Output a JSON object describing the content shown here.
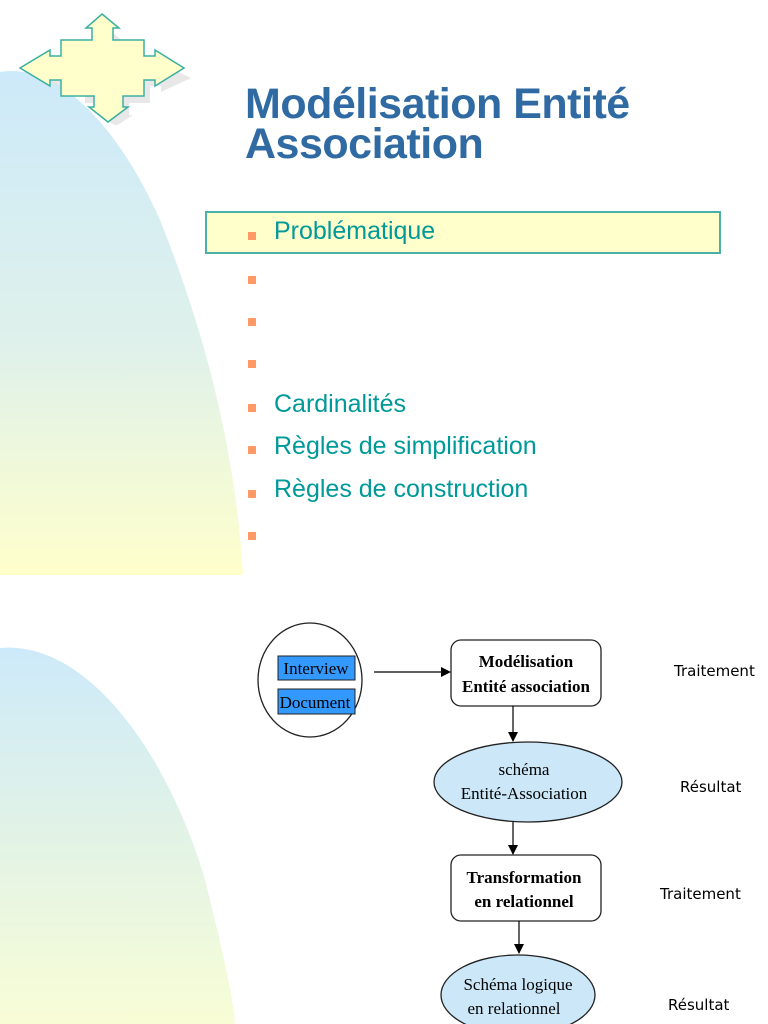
{
  "slide_top": {
    "title_line1": "Modélisation Entité",
    "title_line2": "Association",
    "bullets": [
      {
        "label": "Problématique",
        "highlighted": true
      },
      {
        "label": ""
      },
      {
        "label": ""
      },
      {
        "label": ""
      },
      {
        "label": "Cardinalités"
      },
      {
        "label": "Règles de simplification"
      },
      {
        "label": "Règles de construction"
      },
      {
        "label": ""
      }
    ],
    "nav_icon": "four-way-arrow-icon",
    "colors": {
      "title": "#2f6aa3",
      "bullet_text": "#009999",
      "bullet_marker": "#ff9966",
      "highlight_fill": "#ffffcc",
      "highlight_border": "#4ab0a8"
    }
  },
  "diagram": {
    "sources": [
      "Interview",
      "Document"
    ],
    "steps": [
      {
        "line1": "Modélisation",
        "line2": "Entité association",
        "shape": "rounded-rect",
        "role": "Traitement"
      },
      {
        "line1": "schéma",
        "line2": "Entité-Association",
        "shape": "ellipse",
        "role": "Résultat"
      },
      {
        "line1": "Transformation",
        "line2": "en relationnel",
        "shape": "rounded-rect",
        "role": "Traitement"
      },
      {
        "line1": "Schéma logique",
        "line2": "en relationnel",
        "shape": "ellipse",
        "role": "Résultat"
      }
    ],
    "colors": {
      "source_fill": "#3399ff",
      "ellipse_fill": "#cce8f8"
    }
  }
}
